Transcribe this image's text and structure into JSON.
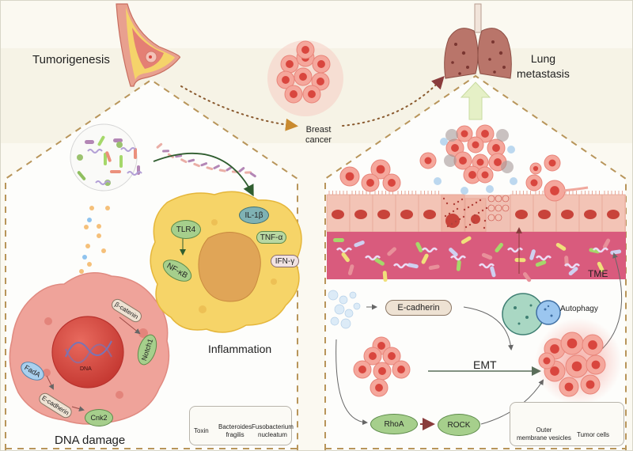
{
  "figure": {
    "top": {
      "tumorigenesis": "Tumorigenesis",
      "breast_cancer_line1": "Breast",
      "breast_cancer_line2": "cancer",
      "lung_metastasis_line1": "Lung",
      "lung_metastasis_line2": "metastasis"
    },
    "left_panel": {
      "dna_damage_title": "DNA damage",
      "inflammation_title": "Inflammation",
      "dna_label": "DNA",
      "dna_damage_cell": {
        "fada": "FadA",
        "e_cadherin": "E-cadherin",
        "cnk2": "Cnk2",
        "beta_catenin": "β-catenin",
        "notch1": "Notch1"
      },
      "inflammation_cell": {
        "tlr4": "TLR4",
        "nf_kb": "NF-κB",
        "il_1b": "IL-1β",
        "tnf_a": "TNF-α",
        "ifn_g": "IFN-γ"
      },
      "legend": {
        "toxin": "Toxin",
        "bacteroides_line1": "Bacteroides",
        "bacteroides_line2": "fragilis",
        "fuso_line1": "Fusobacterium",
        "fuso_line2": "nucleatum"
      }
    },
    "right_panel": {
      "tme": "TME",
      "e_cadherin": "E-cadherin",
      "autophagy": "Autophagy",
      "emt": "EMT",
      "rhoa": "RhoA",
      "rock": "ROCK",
      "legend": {
        "omv_line1": "Outer",
        "omv_line2": "membrane vesicles",
        "tumor_cells": "Tumor cells"
      }
    },
    "colors": {
      "dash": "#b8955a",
      "tumor": "#e8857a",
      "tumor_core": "#d9463e",
      "tissue": "#d9577a",
      "epithelium": "#f1b9a8",
      "macrophage": "#f5d769",
      "green_protein": "#a6cf8c",
      "arrow_green": "#2f5d2f",
      "arrow_brown": "#8a3c3c"
    }
  }
}
